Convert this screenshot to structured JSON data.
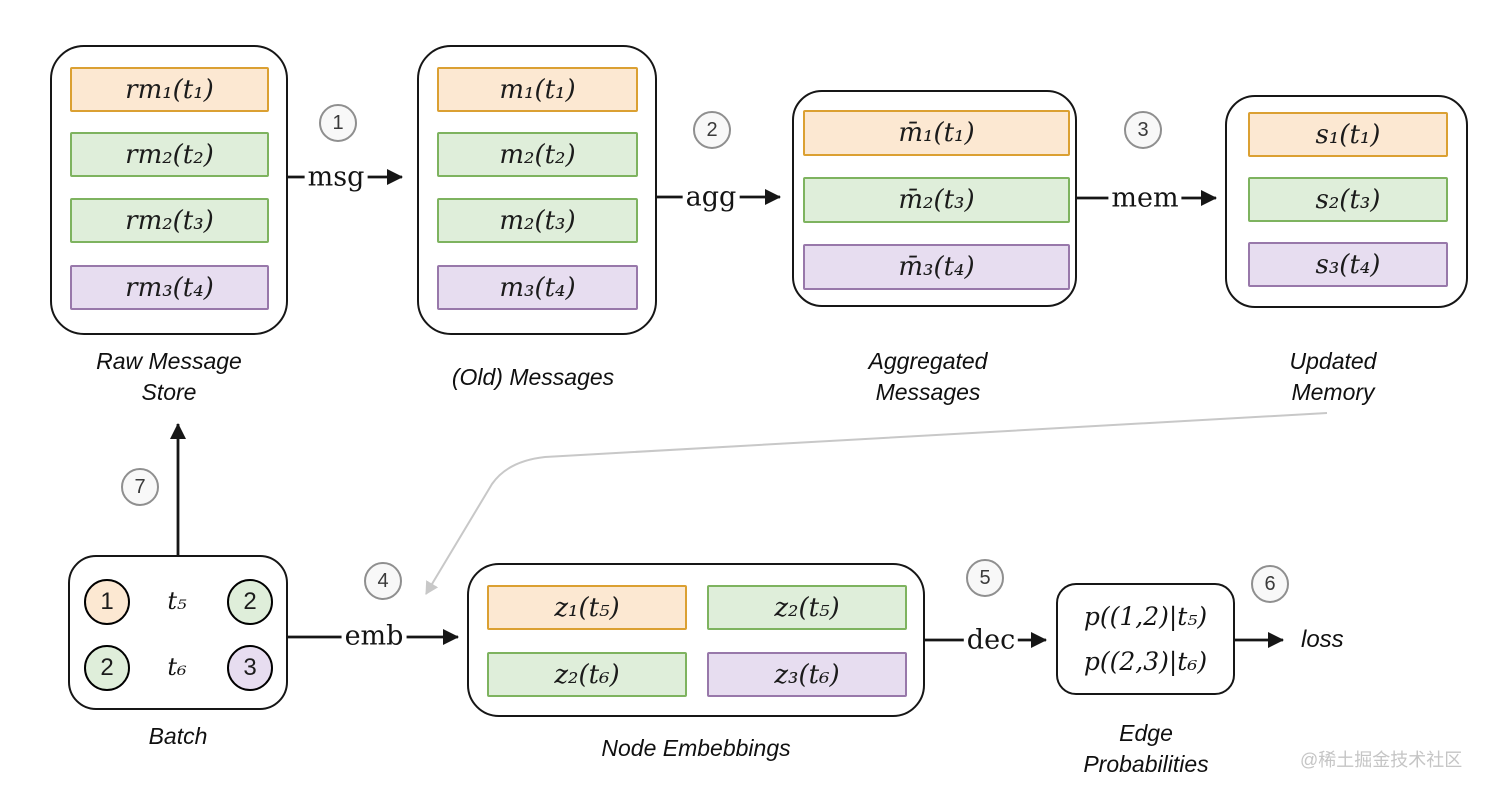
{
  "colors": {
    "orange_fill": "#FCE8D2",
    "orange_border": "#DBA032",
    "green_fill": "#DFEEDA",
    "green_border": "#7EB35F",
    "purple_fill": "#E7DDF0",
    "purple_border": "#9878AA",
    "line": "#161616",
    "gray_arrow": "#C8C8C8",
    "badge_fill": "#F8F8F8",
    "badge_border": "#8F8F8F"
  },
  "boxes": {
    "raw_message_store": {
      "label": [
        "Raw Message",
        "Store"
      ],
      "rows": [
        {
          "text": "rm₁(t₁)",
          "color": "orange"
        },
        {
          "text": "rm₂(t₂)",
          "color": "green"
        },
        {
          "text": "rm₂(t₃)",
          "color": "green"
        },
        {
          "text": "rm₃(t₄)",
          "color": "purple"
        }
      ]
    },
    "old_messages": {
      "label": [
        "(Old) Messages"
      ],
      "rows": [
        {
          "text": "m₁(t₁)",
          "color": "orange"
        },
        {
          "text": "m₂(t₂)",
          "color": "green"
        },
        {
          "text": "m₂(t₃)",
          "color": "green"
        },
        {
          "text": "m₃(t₄)",
          "color": "purple"
        }
      ]
    },
    "aggregated_messages": {
      "label": [
        "Aggregated",
        "Messages"
      ],
      "rows": [
        {
          "text": "m̄₁(t₁)",
          "color": "orange"
        },
        {
          "text": "m̄₂(t₃)",
          "color": "green"
        },
        {
          "text": "m̄₃(t₄)",
          "color": "purple"
        }
      ]
    },
    "updated_memory": {
      "label": [
        "Updated",
        "Memory"
      ],
      "rows": [
        {
          "text": "s₁(t₁)",
          "color": "orange"
        },
        {
          "text": "s₂(t₃)",
          "color": "green"
        },
        {
          "text": "s₃(t₄)",
          "color": "purple"
        }
      ]
    },
    "batch": {
      "label": [
        "Batch"
      ],
      "edges": [
        {
          "src": "1",
          "src_color": "orange",
          "time": "t₅",
          "dst": "2",
          "dst_color": "green"
        },
        {
          "src": "2",
          "src_color": "green",
          "time": "t₆",
          "dst": "3",
          "dst_color": "purple"
        }
      ]
    },
    "node_embeddings": {
      "label": [
        "Node Embebbings"
      ],
      "cells": [
        {
          "text": "z₁(t₅)",
          "color": "orange"
        },
        {
          "text": "z₂(t₅)",
          "color": "green"
        },
        {
          "text": "z₂(t₆)",
          "color": "green"
        },
        {
          "text": "z₃(t₆)",
          "color": "purple"
        }
      ]
    },
    "edge_probabilities": {
      "label": [
        "Edge",
        "Probabilities"
      ],
      "lines": [
        "p((1,2)|t₅)",
        "p((2,3)|t₆)"
      ]
    }
  },
  "arrows": {
    "msg": {
      "step": "1",
      "label": "msg"
    },
    "agg": {
      "step": "2",
      "label": "agg"
    },
    "mem": {
      "step": "3",
      "label": "mem"
    },
    "emb": {
      "step": "4",
      "label": "emb"
    },
    "dec": {
      "step": "5",
      "label": "dec"
    },
    "loss": {
      "step": "6",
      "label": "loss"
    },
    "store_update": {
      "step": "7"
    }
  },
  "watermark": "@稀土掘金技术社区"
}
